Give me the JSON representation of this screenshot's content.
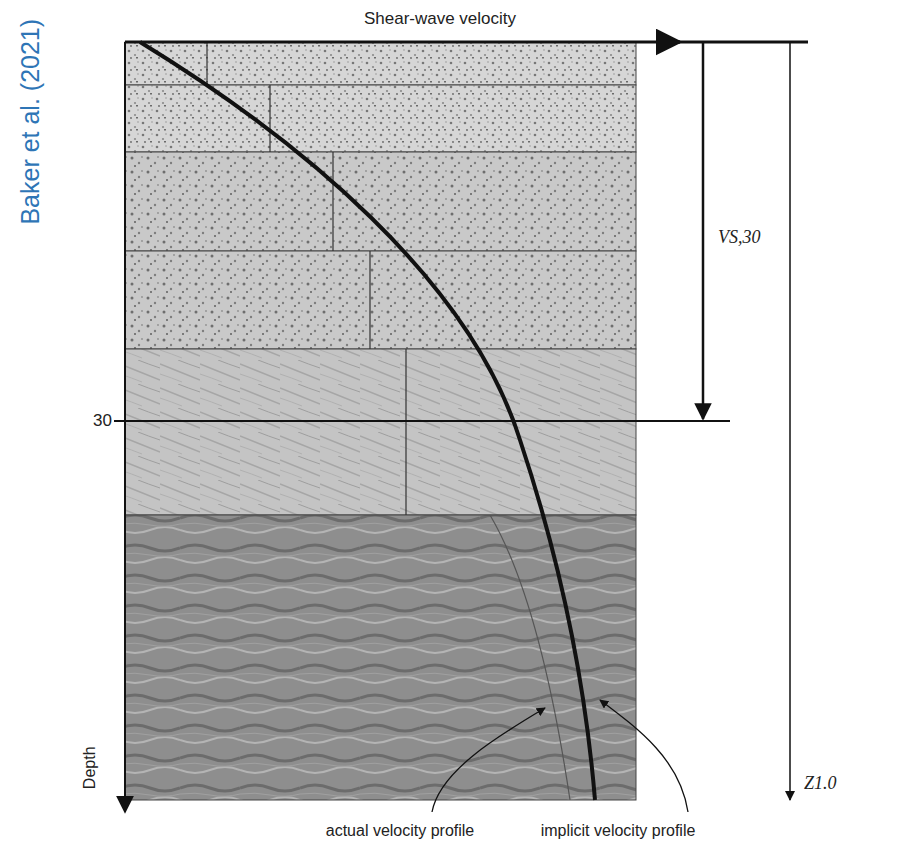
{
  "diagram": {
    "labels": [
      "Baker et al. (2021)",
      "Shear-wave velocity",
      "VS,30",
      "30",
      "Z1.0",
      "Depth",
      "actual velocity profile",
      "implicit velocity profile"
    ]
  }
}
